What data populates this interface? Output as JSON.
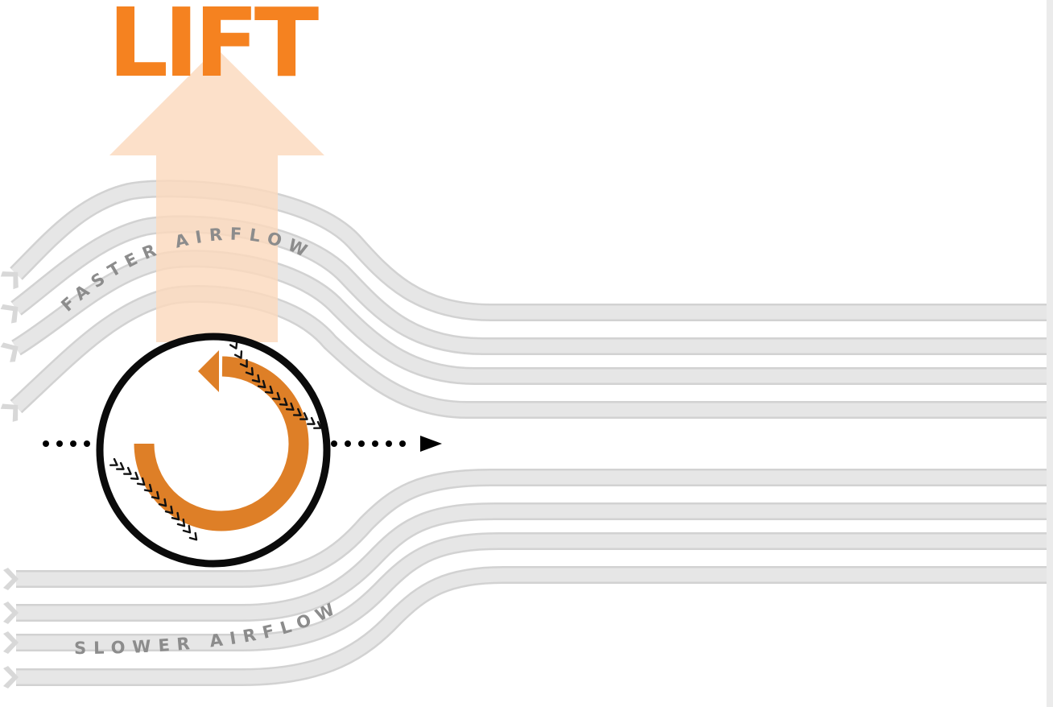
{
  "title": "LIFT",
  "labels": {
    "top": "FASTER AIRFLOW",
    "bottom": "SLOWER AIRFLOW"
  },
  "colors": {
    "lift_text": "#f58220",
    "lift_arrow": "#fbd9bd",
    "rotation_arrow": "#de7f27",
    "streamline": "#e6e6e6",
    "streamline_edge": "#d2d2d2",
    "label_text": "#8c8c8c",
    "ball_outline": "#0b0b0b"
  },
  "icons": {
    "lift": "up-arrow-icon",
    "rotation": "counter-clockwise-rotation-arrow-icon",
    "motion": "dotted-right-arrow-icon",
    "airflow": "left-pointing-streamline-arrow-icon"
  }
}
